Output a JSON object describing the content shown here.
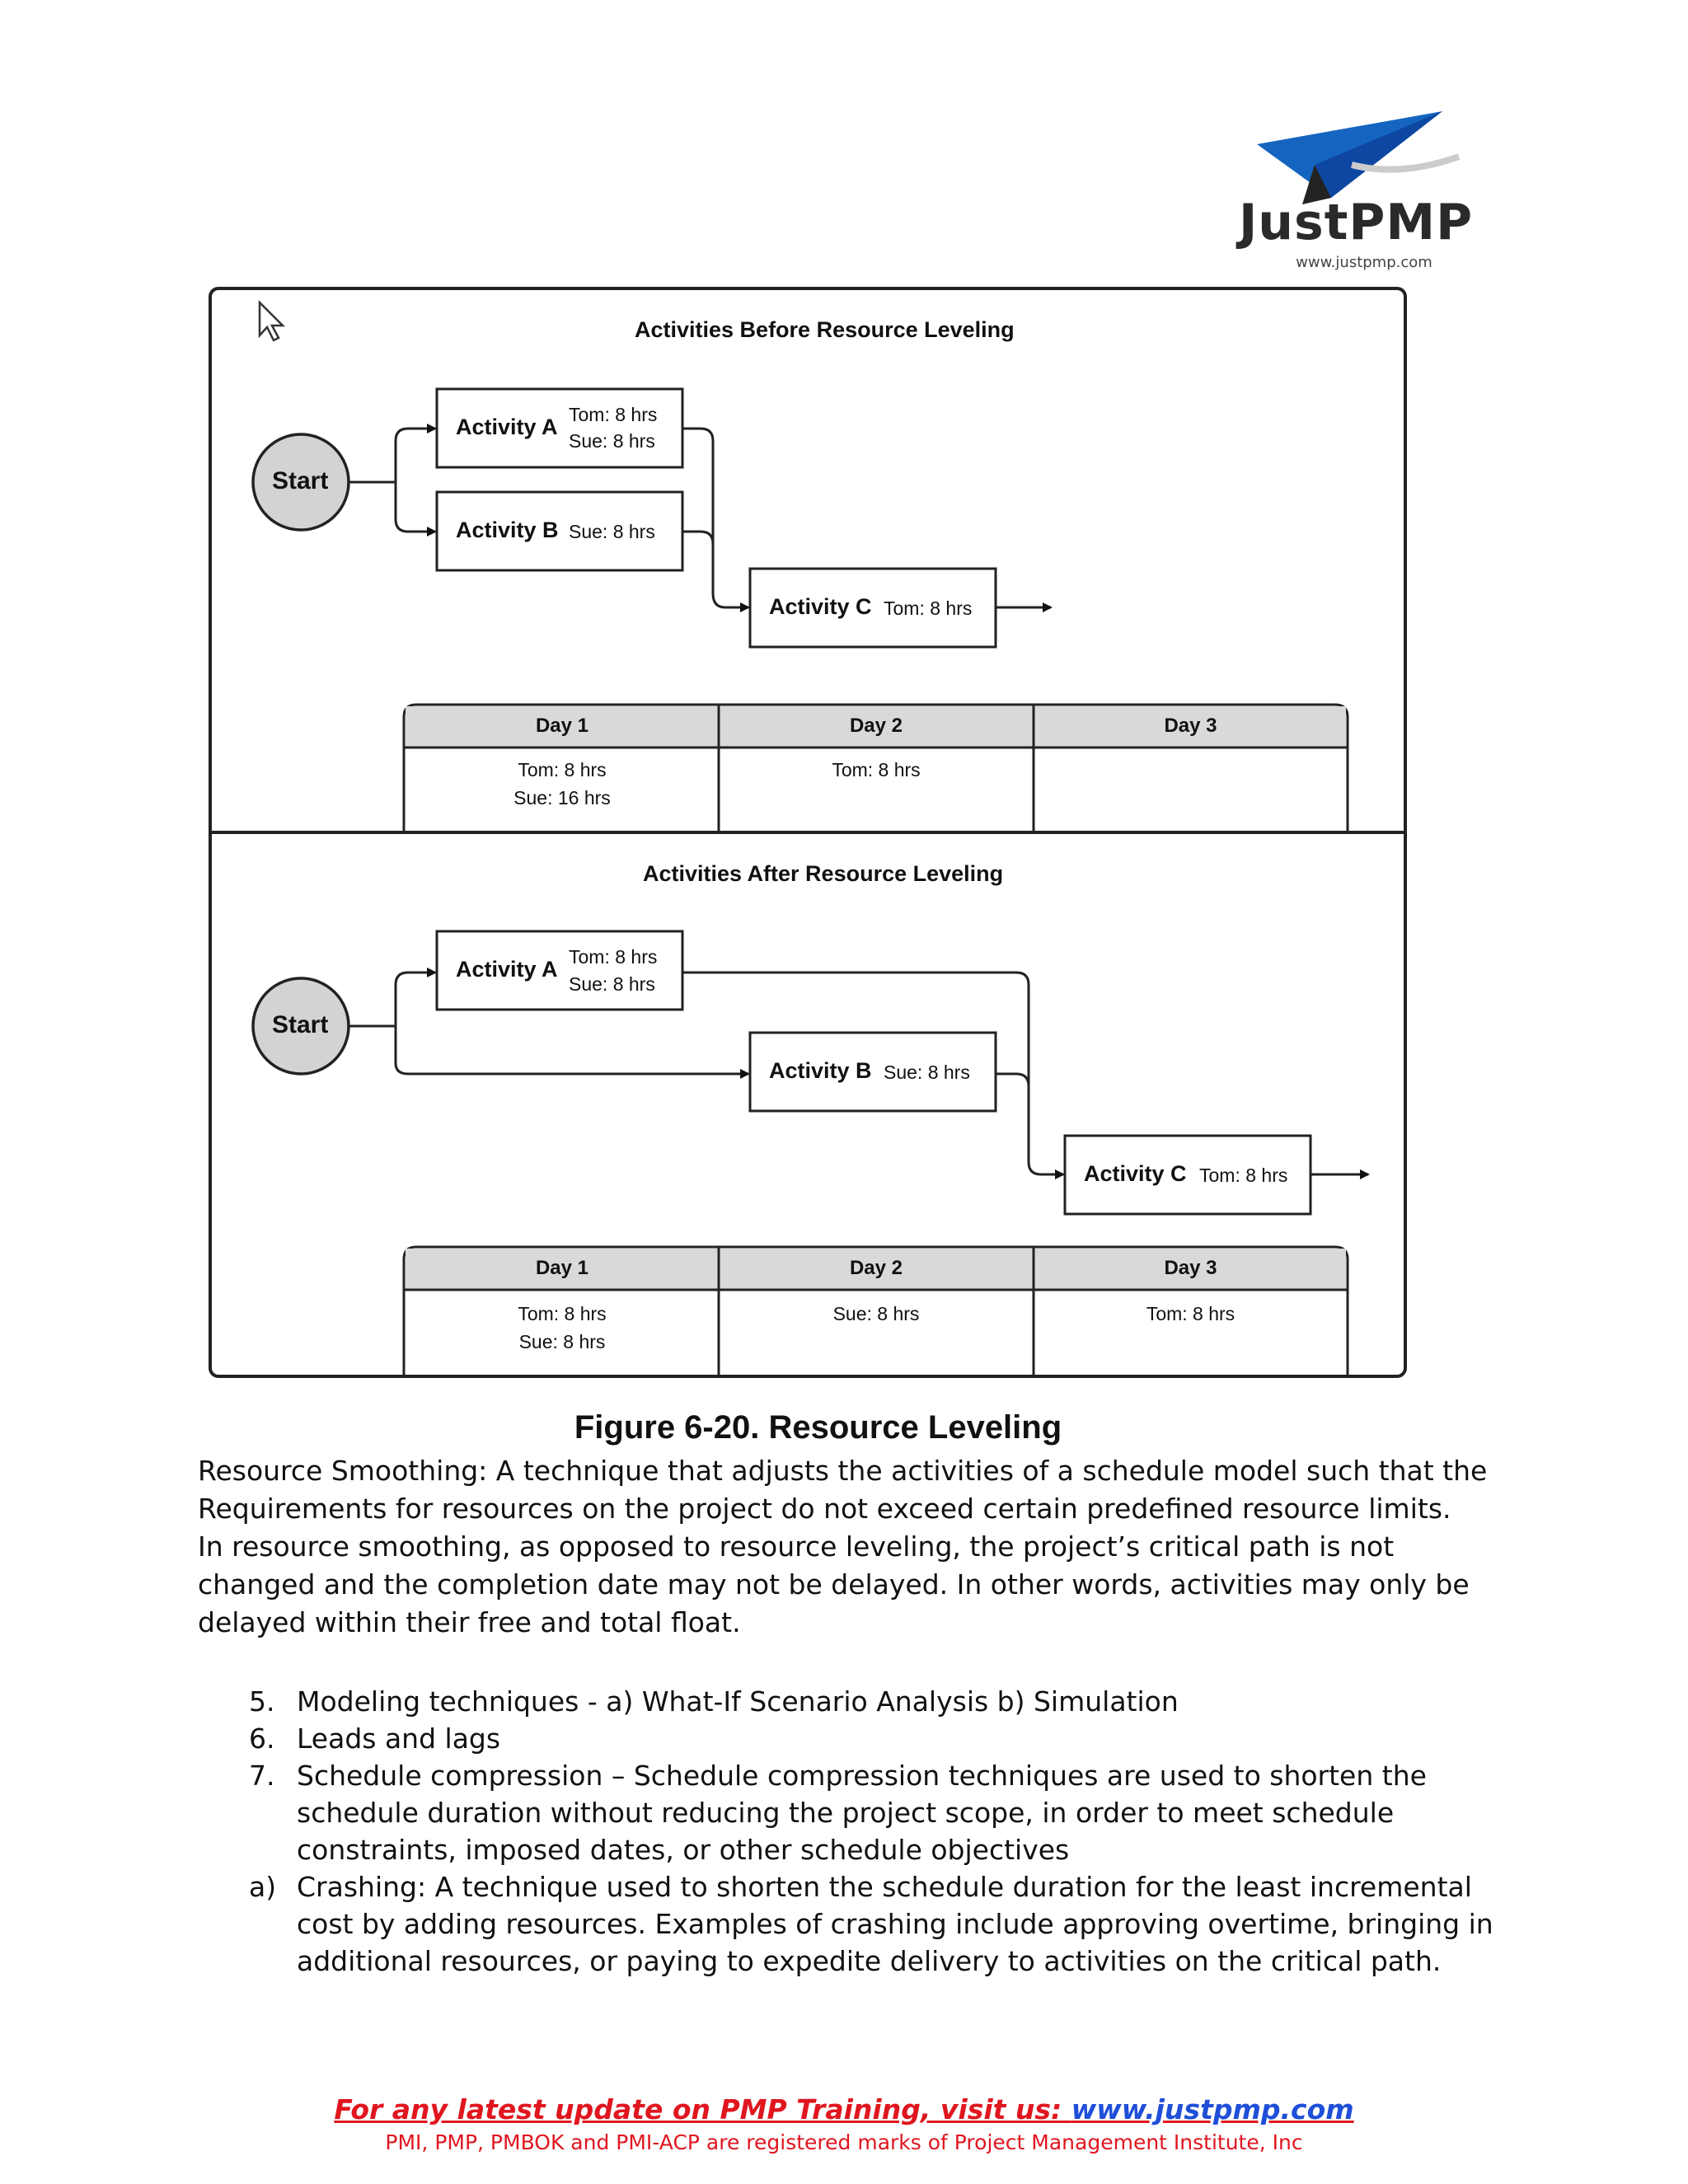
{
  "logo": {
    "name": "JustPMP",
    "url": "www.justpmp.com"
  },
  "figure": {
    "before": {
      "title": "Activities Before Resource Leveling",
      "start": "Start",
      "activities": [
        {
          "name": "Activity A",
          "resources": [
            "Tom: 8 hrs",
            "Sue: 8 hrs"
          ]
        },
        {
          "name": "Activity B",
          "resources": [
            "Sue: 8 hrs"
          ]
        },
        {
          "name": "Activity C",
          "resources": [
            "Tom: 8 hrs"
          ]
        }
      ],
      "days": [
        {
          "label": "Day 1",
          "lines": [
            "Tom: 8 hrs",
            "Sue: 16 hrs"
          ]
        },
        {
          "label": "Day 2",
          "lines": [
            "Tom: 8 hrs"
          ]
        },
        {
          "label": "Day 3",
          "lines": []
        }
      ]
    },
    "after": {
      "title": "Activities After Resource Leveling",
      "start": "Start",
      "activities": [
        {
          "name": "Activity A",
          "resources": [
            "Tom: 8 hrs",
            "Sue: 8 hrs"
          ]
        },
        {
          "name": "Activity B",
          "resources": [
            "Sue: 8 hrs"
          ]
        },
        {
          "name": "Activity C",
          "resources": [
            "Tom: 8 hrs"
          ]
        }
      ],
      "days": [
        {
          "label": "Day 1",
          "lines": [
            "Tom: 8 hrs",
            "Sue: 8 hrs"
          ]
        },
        {
          "label": "Day 2",
          "lines": [
            "Sue: 8 hrs"
          ]
        },
        {
          "label": "Day 3",
          "lines": [
            "Tom: 8 hrs"
          ]
        }
      ]
    },
    "caption": "Figure 6-20. Resource Leveling"
  },
  "text": {
    "para1": "Resource Smoothing: A technique that adjusts the activities of a schedule model such that the Requirements for resources on the project do not exceed certain predefined resource limits.",
    "para2": "In resource smoothing, as opposed to resource leveling, the project’s critical path is not changed and the completion date may not be delayed. In other words, activities may only be delayed within their free and total float."
  },
  "list": [
    {
      "marker": "5.",
      "text": "Modeling techniques - a) What-If Scenario Analysis b) Simulation"
    },
    {
      "marker": "6.",
      "text": "Leads and lags"
    },
    {
      "marker": "7.",
      "text": "Schedule compression – Schedule compression techniques are used to shorten the schedule duration without reducing the project scope, in order to meet schedule constraints, imposed dates, or other schedule objectives"
    },
    {
      "marker": "a)",
      "text": "Crashing: A technique used to shorten the schedule duration for the least incremental cost by adding resources. Examples of crashing include approving overtime, bringing in additional resources, or paying to expedite delivery to activities on the critical path."
    }
  ],
  "footer": {
    "line1": "For any latest update on PMP Training, visit us: ",
    "link": "www.justpmp.com",
    "line2": "PMI, PMP, PMBOK and PMI-ACP are registered marks of Project Management Institute, Inc"
  },
  "colors": {
    "logo_blue": "#1565c0",
    "logo_dark": "#2a2a2a",
    "start_fill": "#d3d3d3",
    "table_header_fill": "#d9d9d9",
    "footer_red": "#e0161f",
    "footer_link": "#1f4fd8"
  },
  "icons": [
    "paper-plane-icon",
    "cursor-arrow-icon"
  ]
}
